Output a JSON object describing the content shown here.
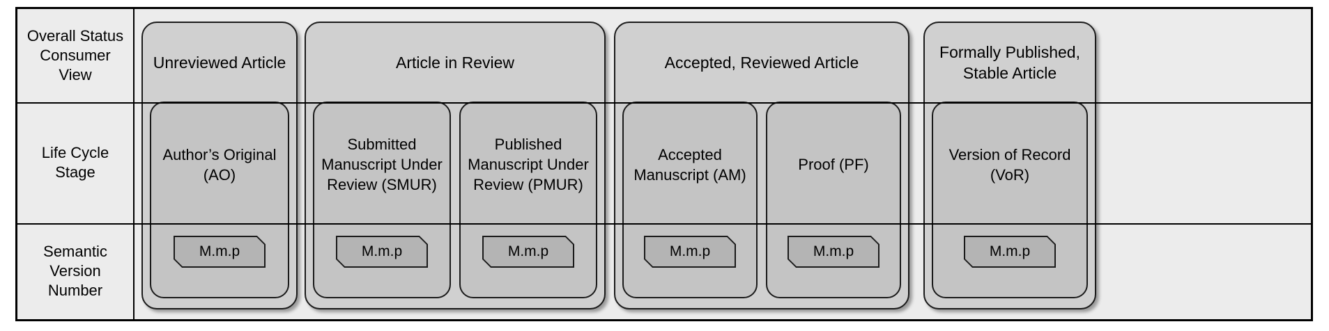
{
  "diagram": {
    "title_hidden": "Scholarly article lifecycle versioning matrix",
    "row_labels": [
      "Overall Status\nConsumer View",
      "Life Cycle Stage",
      "Semantic Version Number"
    ],
    "rows": {
      "row1_label_line1": "Overall Status",
      "row1_label_line2": "Consumer",
      "row1_label_line3": "View",
      "row2_label_line1": "Life Cycle",
      "row2_label_line2": "Stage",
      "row3_label_line1": "Semantic",
      "row3_label_line2": "Version",
      "row3_label_line3": "Number"
    },
    "version_token": "M.m.p",
    "colors": {
      "page_background": "#ffffff",
      "table_background": "#ececec",
      "group_fill": "#d0d0d0",
      "stage_fill": "#c4c4c4",
      "version_tag_fill": "#b4b4b4",
      "stroke": "#1a1a1a",
      "text": "#000000"
    },
    "groups": [
      {
        "id": "unreviewed",
        "title": "Unreviewed Article",
        "stages": [
          {
            "id": "ao",
            "title": "Author’s Original (AO)",
            "version": "M.m.p"
          }
        ]
      },
      {
        "id": "in-review",
        "title": "Article in Review",
        "stages": [
          {
            "id": "smur",
            "title": "Submitted Manuscript Under Review (SMUR)",
            "version": "M.m.p"
          },
          {
            "id": "pmur",
            "title": "Published Manuscript Under Review (PMUR)",
            "version": "M.m.p"
          }
        ]
      },
      {
        "id": "accepted",
        "title": "Accepted, Reviewed Article",
        "stages": [
          {
            "id": "am",
            "title": "Accepted Manuscript (AM)",
            "version": "M.m.p"
          },
          {
            "id": "pf",
            "title": "Proof (PF)",
            "version": "M.m.p"
          }
        ]
      },
      {
        "id": "published",
        "title": "Formally Published, Stable Article",
        "stages": [
          {
            "id": "vor",
            "title": "Version of Record (VoR)",
            "version": "M.m.p"
          }
        ]
      }
    ]
  }
}
